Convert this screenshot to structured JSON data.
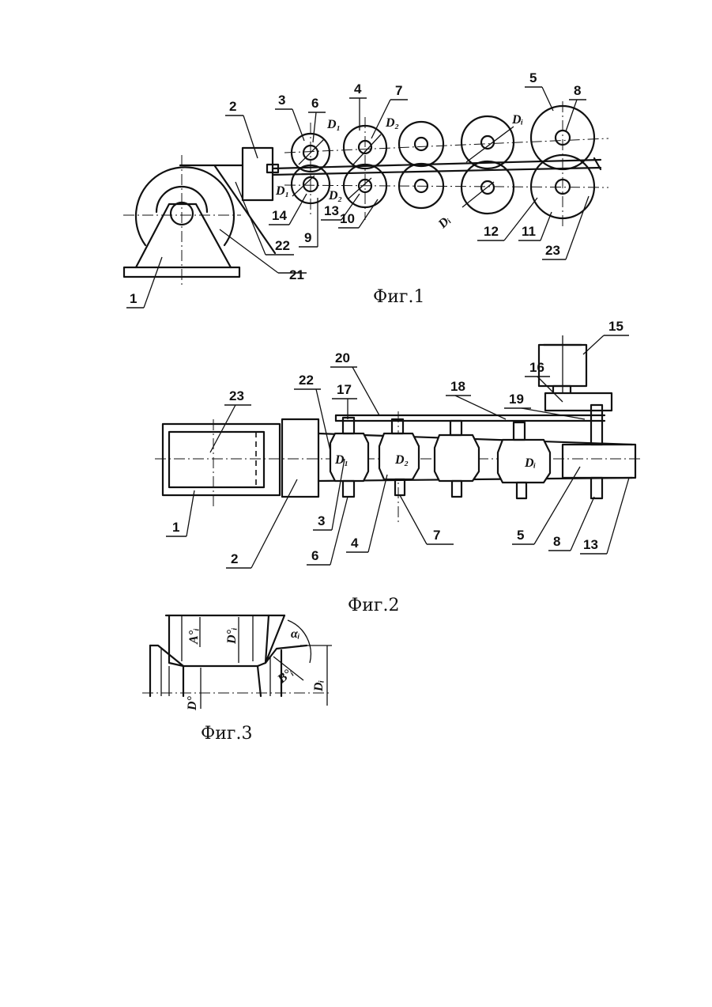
{
  "figures": [
    {
      "id": "fig1",
      "caption": "Фиг.1"
    },
    {
      "id": "fig2",
      "caption": "Фиг.2"
    },
    {
      "id": "fig3",
      "caption": "Фиг.3"
    }
  ],
  "fig1": {
    "labels": [
      "2",
      "3",
      "6",
      "4",
      "7",
      "5",
      "8",
      "1",
      "21",
      "22",
      "9",
      "14",
      "13",
      "10",
      "12",
      "11",
      "23"
    ],
    "dims": [
      "D₁",
      "D₂",
      "Dᵢ",
      "D₁",
      "D₂",
      "Dᵢ"
    ]
  },
  "fig2": {
    "labels": [
      "15",
      "16",
      "20",
      "18",
      "19",
      "22",
      "17",
      "23",
      "1",
      "2",
      "3",
      "6",
      "4",
      "7",
      "5",
      "8",
      "13"
    ],
    "dims": [
      "D₁",
      "D₂",
      "Dᵢ"
    ]
  },
  "fig3": {
    "dims": [
      "A°ᵢ",
      "D°ᵢ",
      "αᵢ",
      "B°ᵢ",
      "Dᵢ",
      "D°"
    ]
  }
}
